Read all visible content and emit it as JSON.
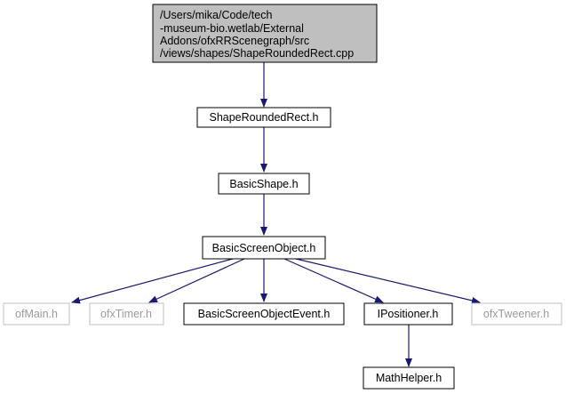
{
  "colors": {
    "edge": "#191970",
    "root_fill": "#bfbfbf",
    "node_border": "#000000",
    "external_border": "#bfbfbf",
    "external_text": "#9a9a9a"
  },
  "nodes": {
    "root": {
      "lines": [
        "/Users/mika/Code/tech",
        "-museum-bio.wetlab/External",
        "Addons/ofxRRScenegraph/src",
        "/views/shapes/ShapeRoundedRect.cpp"
      ]
    },
    "shape_rounded_rect": {
      "label": "ShapeRoundedRect.h"
    },
    "basic_shape": {
      "label": "BasicShape.h"
    },
    "basic_screen_object": {
      "label": "BasicScreenObject.h"
    },
    "of_main": {
      "label": "ofMain.h"
    },
    "ofx_timer": {
      "label": "ofxTimer.h"
    },
    "basic_screen_object_event": {
      "label": "BasicScreenObjectEvent.h"
    },
    "ipositioner": {
      "label": "IPositioner.h"
    },
    "ofx_tweener": {
      "label": "ofxTweener.h"
    },
    "math_helper": {
      "label": "MathHelper.h"
    }
  }
}
